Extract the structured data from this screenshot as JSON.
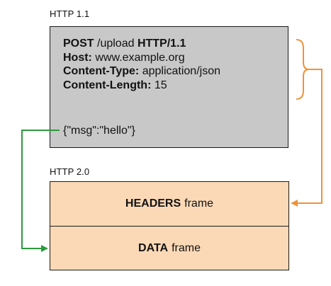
{
  "http11": {
    "label": "HTTP 1.1",
    "request_line": {
      "method": "POST",
      "path": " /upload ",
      "version": "HTTP/1.1"
    },
    "headers": [
      {
        "name": "Host:",
        "value": " www.example.org"
      },
      {
        "name": "Content-Type:",
        "value": " application/json"
      },
      {
        "name": "Content-Length:",
        "value": " 15"
      }
    ],
    "body": "{\"msg\":\"hello\"}"
  },
  "http2": {
    "label": "HTTP 2.0",
    "headers_frame": {
      "name": "HEADERS",
      "suffix": "frame"
    },
    "data_frame": {
      "name": "DATA",
      "suffix": "frame"
    }
  },
  "colors": {
    "request_fill": "#c8c8c8",
    "frame_fill": "#fbd9b6",
    "headers_arrow": "#f0923a",
    "data_arrow": "#2e9a3e"
  }
}
